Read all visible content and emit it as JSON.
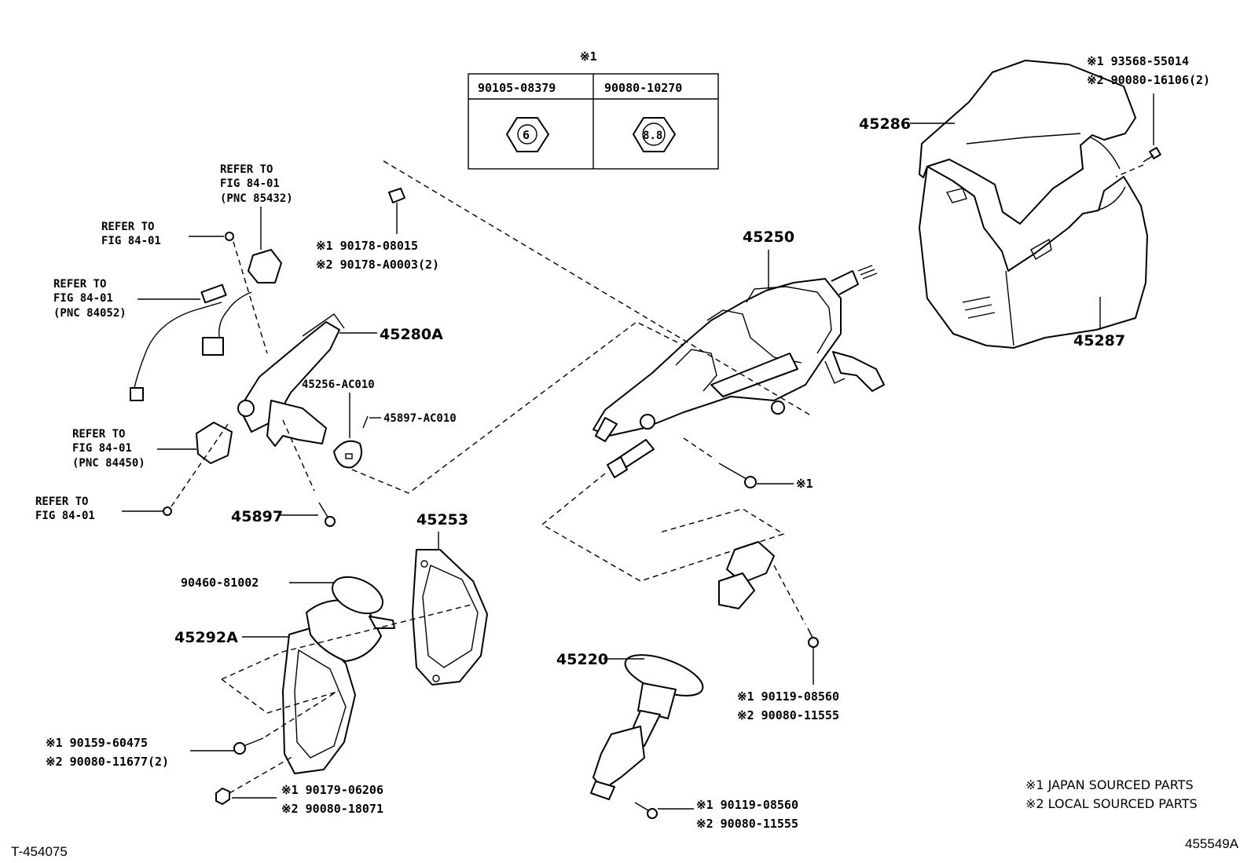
{
  "table": {
    "mark": "※1",
    "col1_part": "90105-08379",
    "col2_part": "90080-10270",
    "col1_grade": "6",
    "col2_grade": "8.8"
  },
  "labels": {
    "p45286": "45286",
    "p45287": "45287",
    "p45250": "45250",
    "p45280a": "45280A",
    "p45256": "45256-AC010",
    "p45897ac": "45897-AC010",
    "p45897": "45897",
    "p45253": "45253",
    "p45292a": "45292A",
    "p45220": "45220",
    "p90460": "90460-81002",
    "bolt_mark": "※1",
    "screw_top_1": "※1 93568-55014",
    "screw_top_2": "※2 90080-16106(2)",
    "clip_1": "※1 90178-08015",
    "clip_2": "※2 90178-A0003(2)",
    "bolt_a_1": "※1 90119-08560",
    "bolt_a_2": "※2 90080-11555",
    "bolt_b_1": "※1 90119-08560",
    "bolt_b_2": "※2 90080-11555",
    "bolt_c_1": "※1 90159-60475",
    "bolt_c_2": "※2 90080-11677(2)",
    "nut_1": "※1 90179-06206",
    "nut_2": "※2 90080-18071"
  },
  "refs": {
    "r85432": [
      "REFER TO",
      "FIG 84-01",
      "(PNC 85432)"
    ],
    "r_screw": [
      "REFER TO",
      "FIG 84-01"
    ],
    "r84052": [
      "REFER TO",
      "FIG 84-01",
      "(PNC 84052)"
    ],
    "r84450": [
      "REFER TO",
      "FIG 84-01",
      "(PNC 84450)"
    ],
    "r_bottom": [
      "REFER TO",
      "FIG 84-01"
    ]
  },
  "legend": {
    "line1": "※1 JAPAN SOURCED PARTS",
    "line2": "※2 LOCAL SOURCED PARTS"
  },
  "footer": {
    "left": "T-454075",
    "right": "455549A"
  }
}
